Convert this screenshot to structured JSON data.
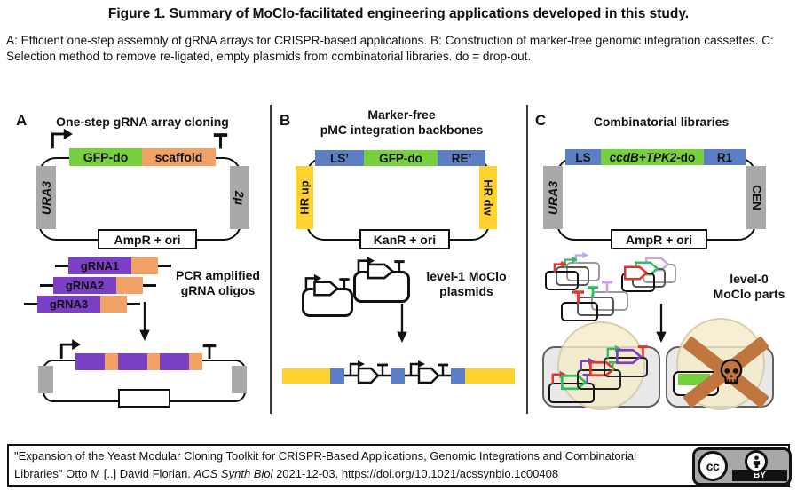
{
  "header": {
    "title": "Figure 1. Summary of MoClo-facilitated engineering applications developed in this study.",
    "caption": "A: Efficient one-step assembly of gRNA arrays for CRISPR-based applications. B: Construction of marker-free genomic integration cassettes. C: Selection method to remove re-ligated, empty plasmids from combinatorial libraries. do = drop-out."
  },
  "panels": {
    "a": {
      "letter": "A",
      "title": "One-step gRNA array cloning",
      "plasmid": {
        "cds": "GFP-do",
        "scaffold": "scaffold",
        "left_marker": "URA3",
        "right_marker": "2μ",
        "backbone": "AmpR + ori"
      },
      "oligos": [
        "gRNA1",
        "gRNA2",
        "gRNA3"
      ],
      "note_line1": "PCR amplified",
      "note_line2": "gRNA oligos"
    },
    "b": {
      "letter": "B",
      "title_line1": "Marker-free",
      "title_line2": "pMC integration backbones",
      "plasmid": {
        "left_site": "LS’",
        "cds": "GFP-do",
        "right_site": "RE’",
        "left_marker": "HR up",
        "right_marker": "HR dw",
        "backbone": "KanR + ori"
      },
      "note_line1": "level-1 MoClo",
      "note_line2": "plasmids"
    },
    "c": {
      "letter": "C",
      "title": "Combinatorial libraries",
      "plasmid": {
        "left_site": "LS",
        "cds_italic": "ccdB+TPK2",
        "cds_suffix": "-do",
        "right_site": "R1",
        "left_marker": "URA3",
        "right_marker": "CEN",
        "backbone": "AmpR + ori"
      },
      "note_line1": "level-0",
      "note_line2": "MoClo parts"
    }
  },
  "citation": {
    "title": "\"Expansion of the Yeast Modular Cloning Toolkit for CRISPR-Based Applications, Genomic Integrations and Combinatorial Libraries\" ",
    "authors": "Otto M [..] David Florian. ",
    "journal": "ACS Synth Biol",
    "date": " 2021-12-03. ",
    "doi": "https://doi.org/10.1021/acssynbio.1c00408"
  },
  "license": {
    "cc_label": "cc",
    "by_label": "BY"
  },
  "colors": {
    "green": "#77D13F",
    "orange": "#F2A264",
    "purple": "#7A3FC4",
    "blue": "#5B7EC5",
    "yellow": "#FFD32F",
    "gray": "#A9A9A9",
    "red": "#E63229",
    "mid_green": "#2EBE60",
    "lavender": "#C9A4E4",
    "brown_x": "#C1763F",
    "cell_fill": "#E9E9E9",
    "blob_fill": "#F5ECCA"
  }
}
